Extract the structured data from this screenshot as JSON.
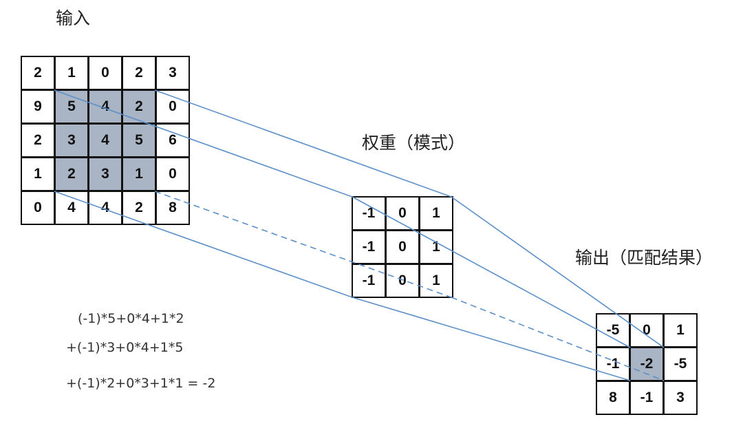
{
  "labels": {
    "input": "输入",
    "weights": "权重（模式）",
    "output": "输出（匹配结果）"
  },
  "input_grid": [
    [
      "2",
      "1",
      "0",
      "2",
      "3"
    ],
    [
      "9",
      "5",
      "4",
      "2",
      "0"
    ],
    [
      "2",
      "3",
      "4",
      "5",
      "6"
    ],
    [
      "1",
      "2",
      "3",
      "1",
      "0"
    ],
    [
      "0",
      "4",
      "4",
      "2",
      "8"
    ]
  ],
  "weight_grid": [
    [
      "-1",
      "0",
      "1"
    ],
    [
      "-1",
      "0",
      "1"
    ],
    [
      "-1",
      "0",
      "1"
    ]
  ],
  "output_grid": [
    [
      "-5",
      "0",
      "1"
    ],
    [
      "-1",
      "-2",
      "-5"
    ],
    [
      "8",
      "-1",
      "3"
    ]
  ],
  "formula": {
    "line1": "(-1)*5+0*4+1*2",
    "line2": "+(-1)*3+0*4+1*5",
    "line3": "+(-1)*2+0*3+1*1 = -2"
  },
  "colors": {
    "highlight": "#a9b4c4",
    "connector": "#5b8fc9"
  }
}
